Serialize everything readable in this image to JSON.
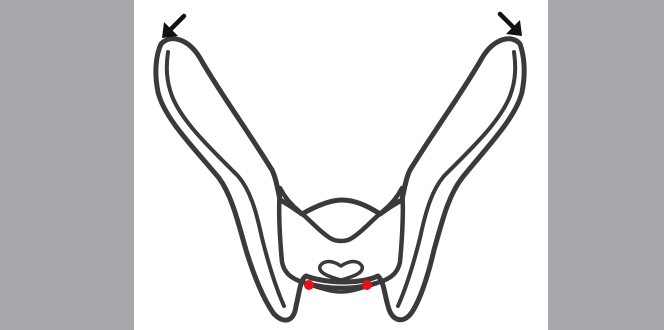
{
  "colors": {
    "side_panel": "#a7a8ab",
    "background": "#ffffff",
    "outline": "#3a3a3a",
    "marker": "#e8101a",
    "arrow": "#111111"
  },
  "figure": {
    "subject": "pelvis-outline",
    "arrows": [
      "arrow-top-left-icon",
      "arrow-top-right-icon"
    ],
    "markers": [
      "left-red-dot",
      "right-red-dot"
    ]
  }
}
